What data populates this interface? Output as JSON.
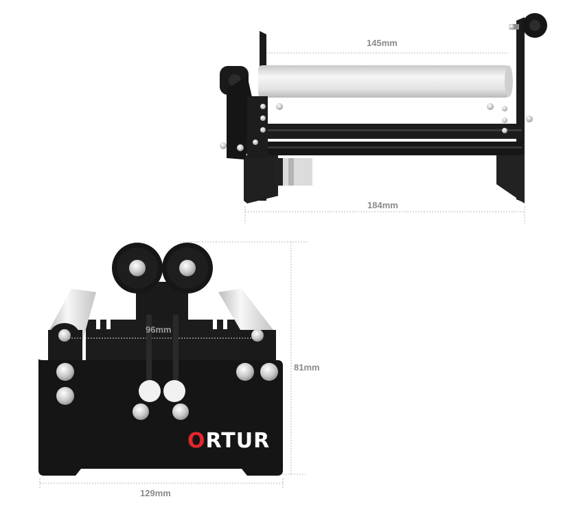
{
  "dimensions": {
    "top_length": "145mm",
    "top_base": "184mm",
    "front_roller_span": "96mm",
    "front_height": "81mm",
    "front_width": "129mm"
  },
  "brand": {
    "first_letter": "O",
    "rest": "RTUR",
    "accent_color": "#e3262c"
  },
  "colors": {
    "frame": "#151515",
    "roller": "#e9e9e9",
    "dimension_text": "#8a8a8a"
  }
}
